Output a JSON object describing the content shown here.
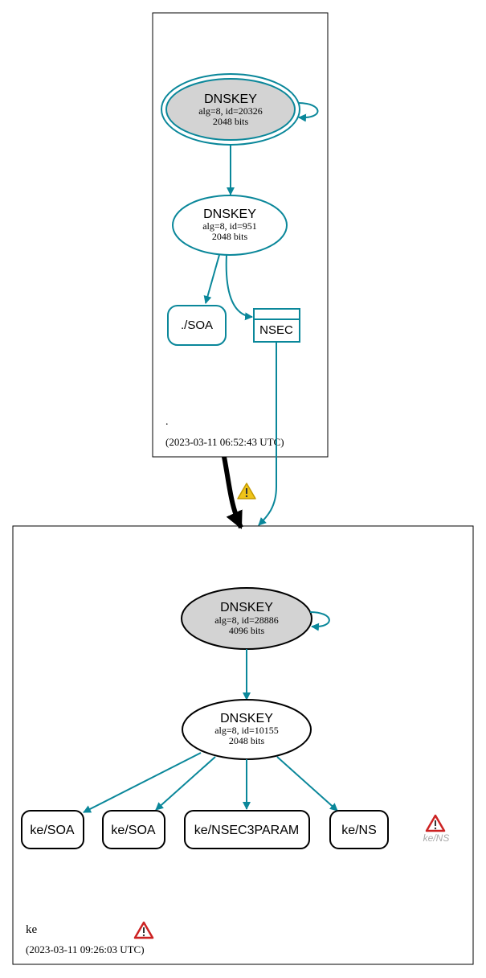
{
  "colors": {
    "teal": "#0a879a",
    "ksk_fill": "#d3d3d3",
    "box_border": "#000000",
    "black": "#000000",
    "warning_red": "#cc2222",
    "warning_yellow": "#f0c419",
    "grey_text": "#aaaaaa"
  },
  "root_zone": {
    "name": ".",
    "timestamp": "(2023-03-11 06:52:43 UTC)",
    "ksk": {
      "title": "DNSKEY",
      "line1": "alg=8, id=20326",
      "line2": "2048 bits"
    },
    "zsk": {
      "title": "DNSKEY",
      "line1": "alg=8, id=951",
      "line2": "2048 bits"
    },
    "soa": "./SOA",
    "nsec": "NSEC"
  },
  "ke_zone": {
    "name": "ke",
    "timestamp": "(2023-03-11 09:26:03 UTC)",
    "ksk": {
      "title": "DNSKEY",
      "line1": "alg=8, id=28886",
      "line2": "4096 bits"
    },
    "zsk": {
      "title": "DNSKEY",
      "line1": "alg=8, id=10155",
      "line2": "2048 bits"
    },
    "records": [
      "ke/SOA",
      "ke/SOA",
      "ke/NSEC3PARAM",
      "ke/NS"
    ],
    "error_record": "ke/NS"
  },
  "icons": {
    "delegation_warning": "warning-triangle-icon",
    "ns_error": "error-triangle-icon",
    "zone_error": "error-triangle-icon"
  }
}
